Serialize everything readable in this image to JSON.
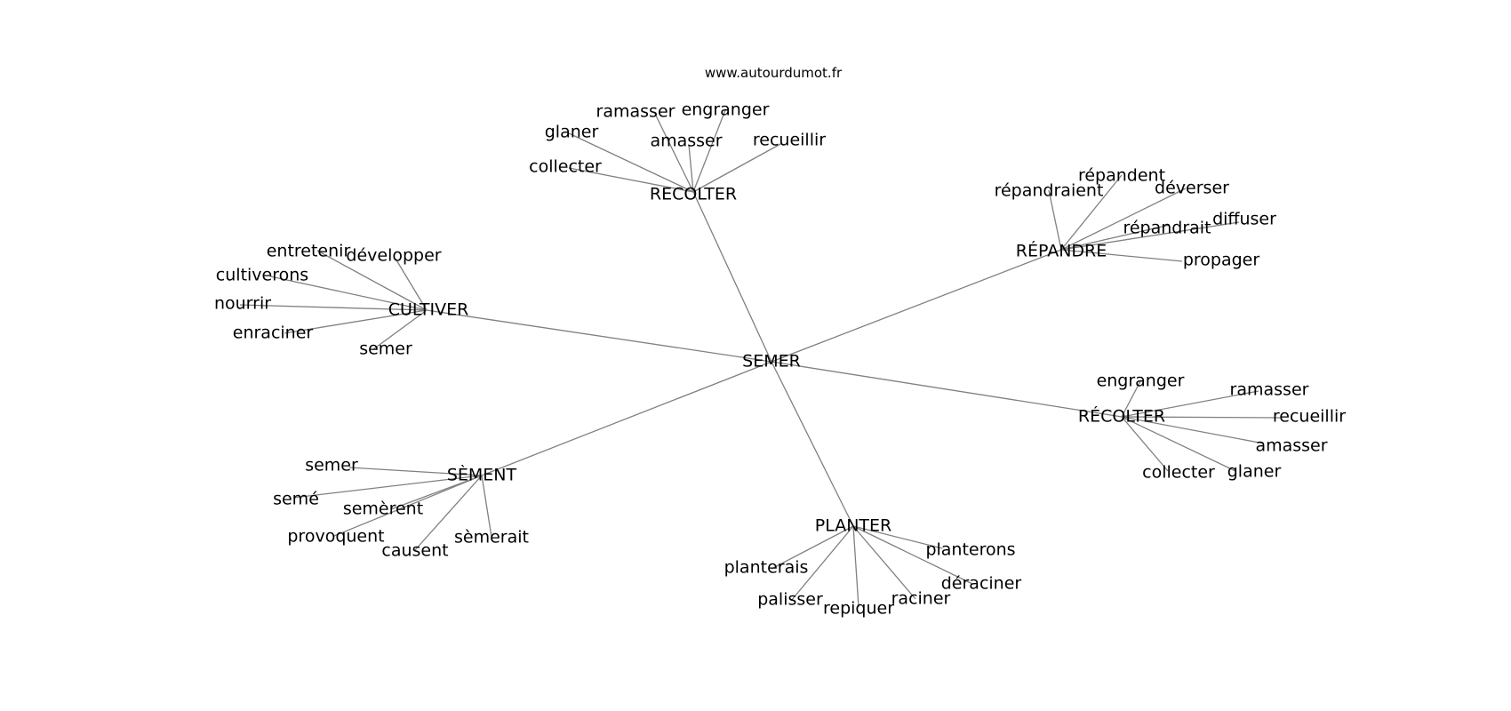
{
  "header": {
    "site": "www.autourdumot.fr"
  },
  "colors": {
    "edge": "#808080",
    "text": "#000000",
    "background": "#ffffff"
  },
  "graph": {
    "root": {
      "label": "SEMER"
    },
    "groups": [
      {
        "label": "RECOLTER",
        "leaves": [
          "ramasser",
          "engranger",
          "glaner",
          "amasser",
          "recueillir",
          "collecter"
        ]
      },
      {
        "label": "RÉPANDRE",
        "leaves": [
          "répandent",
          "répandraient",
          "déverser",
          "diffuser",
          "répandrait",
          "propager"
        ]
      },
      {
        "label": "CULTIVER",
        "leaves": [
          "entretenir",
          "développer",
          "cultiverons",
          "nourrir",
          "enraciner",
          "semer"
        ]
      },
      {
        "label": "RÉCOLTER",
        "leaves": [
          "engranger",
          "ramasser",
          "recueillir",
          "amasser",
          "collecter",
          "glaner"
        ]
      },
      {
        "label": "SÈMENT",
        "leaves": [
          "semer",
          "semé",
          "semèrent",
          "provoquent",
          "sèmerait",
          "causent"
        ]
      },
      {
        "label": "PLANTER",
        "leaves": [
          "planterons",
          "planterais",
          "déraciner",
          "palisser",
          "raciner",
          "repiquer"
        ]
      }
    ]
  }
}
